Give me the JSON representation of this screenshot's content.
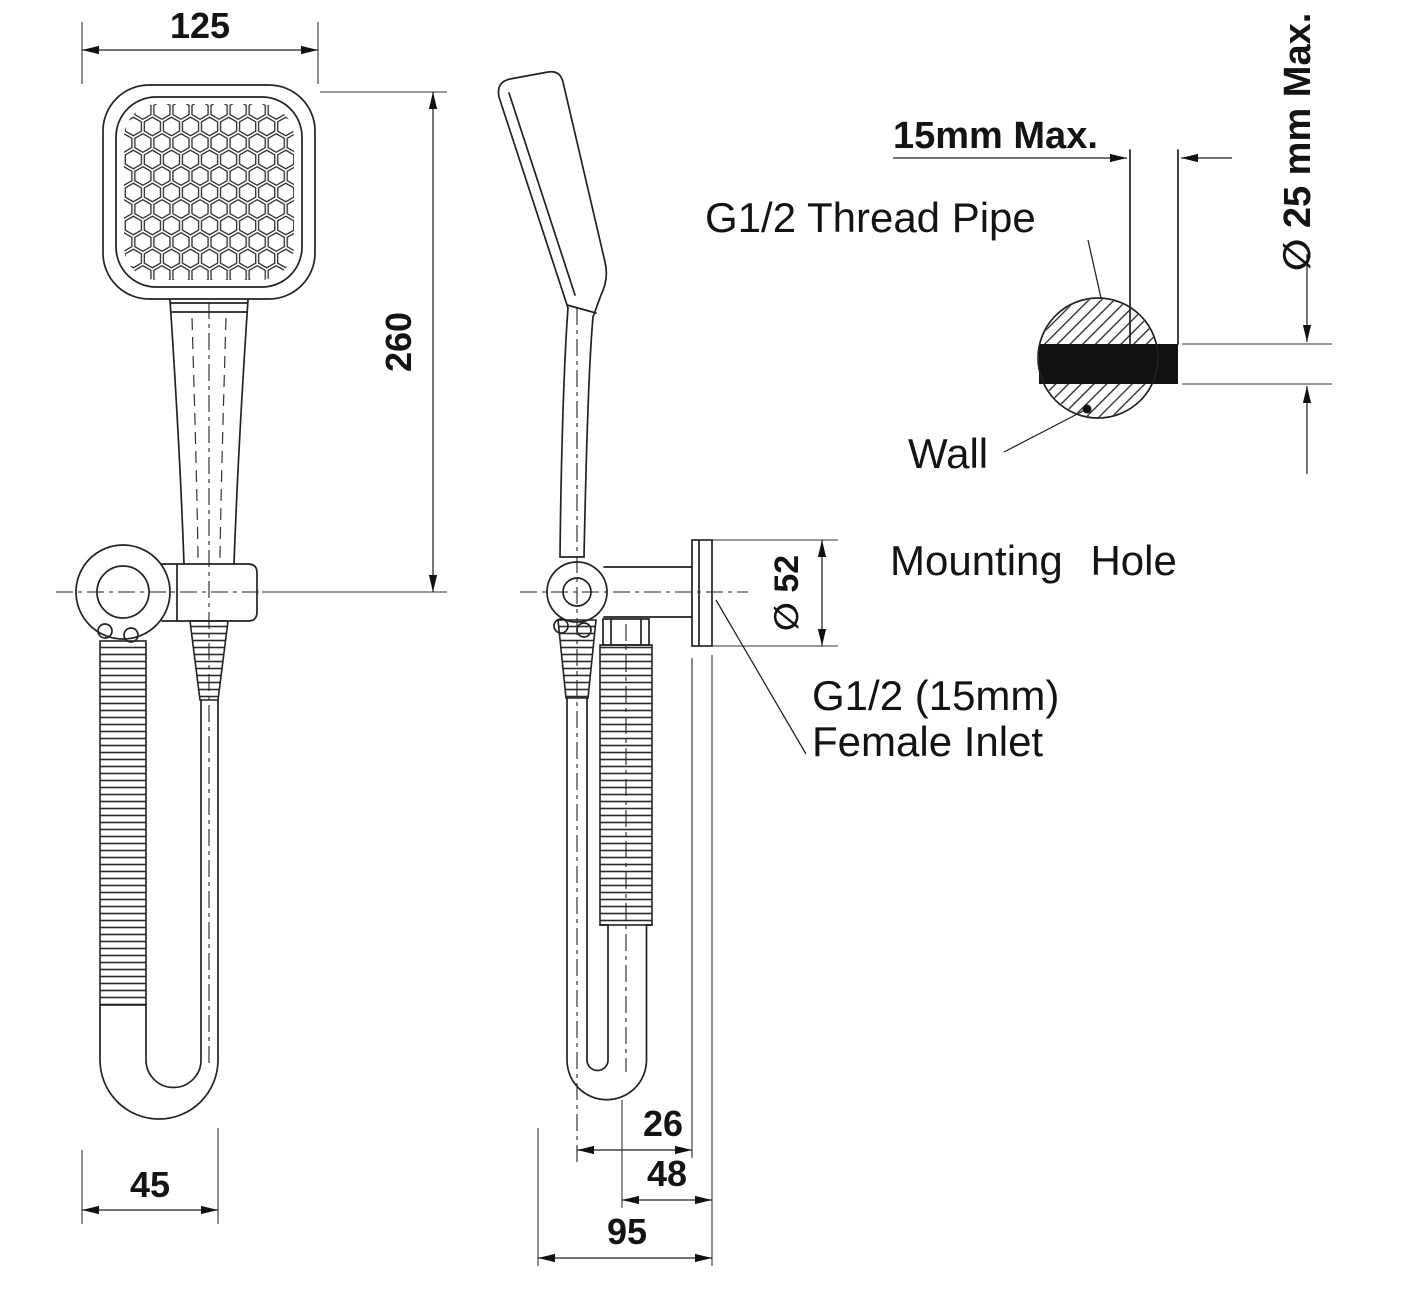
{
  "dimensions": {
    "head_width": "125",
    "head_to_holder": "260",
    "hose_loop_width": "45",
    "holder_offset": "26",
    "bracket_depth": "48",
    "total_depth": "95",
    "flange_diameter": "∅ 52"
  },
  "wall_detail": {
    "protrusion": "15mm Max.",
    "pipe": "G1/2 Thread Pipe",
    "hole_diameter": "∅ 25 mm Max.",
    "wall": "Wall"
  },
  "labels": {
    "mounting_hole": "Mounting Hole",
    "inlet_line1": "G1/2 (15mm)",
    "inlet_line2": "Female Inlet"
  }
}
